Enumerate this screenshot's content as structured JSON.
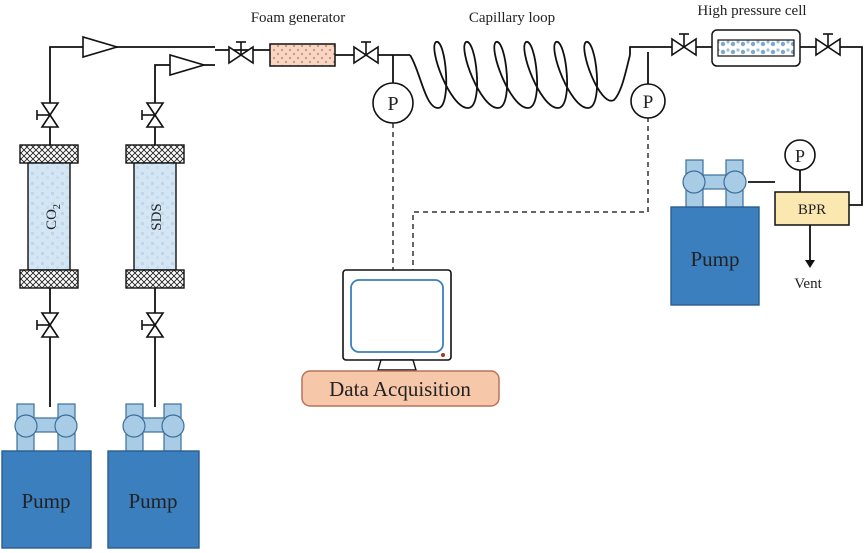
{
  "labels": {
    "foam_generator": "Foam generator",
    "capillary_loop": "Capillary loop",
    "high_pressure_cell": "High pressure cell",
    "co2_main": "CO",
    "co2_sub": "2",
    "sds": "SDS",
    "pump": "Pump",
    "pressure_gauge": "P",
    "bpr": "BPR",
    "vent": "Vent",
    "data_acquisition": "Data Acquisition"
  },
  "colors": {
    "pump_body": "#3c7fbe",
    "pump_head": "#a9cce6",
    "cylinder_fill": "#d4e6f4",
    "foam_generator_fill": "#f6d6c4",
    "bpr_fill": "#fbe8b0",
    "daq_fill": "#f7c7a9",
    "line": "#111111"
  }
}
